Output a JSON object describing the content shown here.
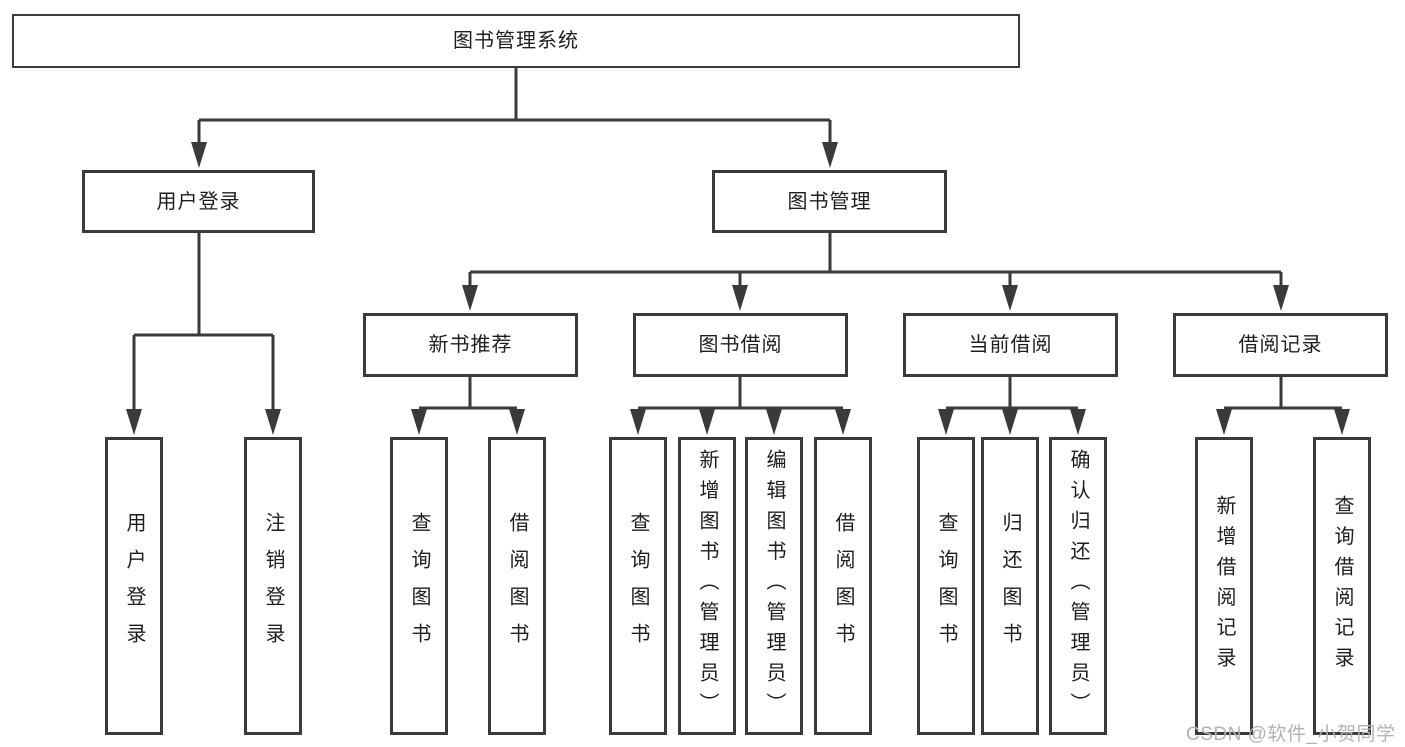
{
  "colors": {
    "line": "#3a3a3a",
    "text": "#1e1e1e",
    "box_background": "#ffffff",
    "watermark": "#b3b3b3"
  },
  "diagram": {
    "root": {
      "label": "图书管理系统"
    },
    "branches": [
      {
        "label": "用户登录",
        "children": [
          {
            "label": "用户登录"
          },
          {
            "label": "注销登录"
          }
        ]
      },
      {
        "label": "图书管理",
        "children": [
          {
            "label": "新书推荐",
            "children": [
              {
                "label": "查询图书"
              },
              {
                "label": "借阅图书"
              }
            ]
          },
          {
            "label": "图书借阅",
            "children": [
              {
                "label": "查询图书"
              },
              {
                "label": "新增图书（管理员）"
              },
              {
                "label": "编辑图书（管理员）"
              },
              {
                "label": "借阅图书"
              }
            ]
          },
          {
            "label": "当前借阅",
            "children": [
              {
                "label": "查询图书"
              },
              {
                "label": "归还图书"
              },
              {
                "label": "确认归还（管理员）"
              }
            ]
          },
          {
            "label": "借阅记录",
            "children": [
              {
                "label": "新增借阅记录"
              },
              {
                "label": "查询借阅记录"
              }
            ]
          }
        ]
      }
    ]
  },
  "watermark": {
    "text": "CSDN @软件_小贺同学"
  }
}
